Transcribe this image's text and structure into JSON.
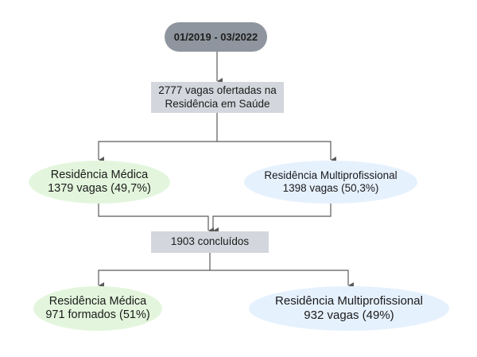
{
  "period": "01/2019 - 03/2022",
  "total": {
    "line1": "2777 vagas ofertadas na",
    "line2": "Residência em Saúde"
  },
  "medica_vagas": {
    "line1": "Residência Médica",
    "line2": "1379 vagas (49,7%)"
  },
  "multi_vagas": {
    "line1": "Residência Multiprofissional",
    "line2": "1398 vagas (50,3%)"
  },
  "concluidos": "1903 concluídos",
  "medica_formados": {
    "line1": "Residência Médica",
    "line2": "971 formados (51%)"
  },
  "multi_formados": {
    "line1": "Residência Multiprofissional",
    "line2": "932 vagas (49%)"
  },
  "colors": {
    "period_fill": "#8f959e",
    "box_fill": "#d3d7dd",
    "medica_fill": "#e3f6dd",
    "multi_fill": "#e6f1fe",
    "connector": "#5a5a5a"
  }
}
